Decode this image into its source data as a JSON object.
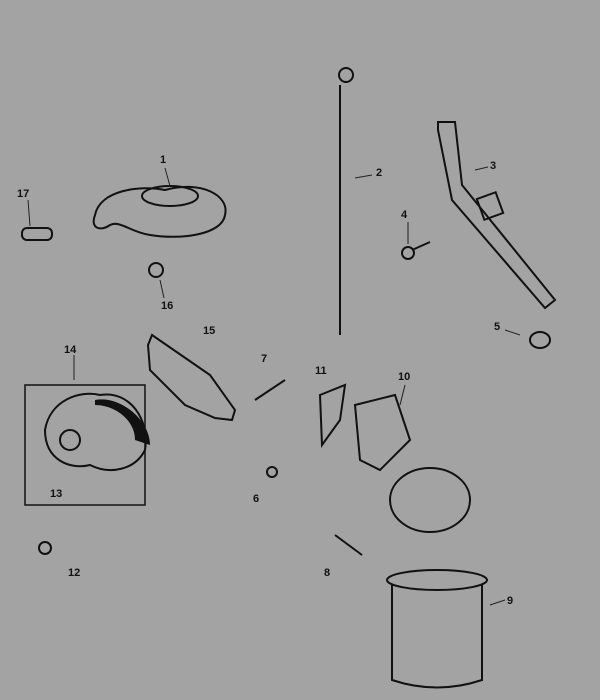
{
  "diagram": {
    "type": "exploded-parts-view",
    "callouts": [
      {
        "id": "1"
      },
      {
        "id": "2"
      },
      {
        "id": "3"
      },
      {
        "id": "4"
      },
      {
        "id": "5"
      },
      {
        "id": "6"
      },
      {
        "id": "7"
      },
      {
        "id": "8"
      },
      {
        "id": "9"
      },
      {
        "id": "10"
      },
      {
        "id": "11"
      },
      {
        "id": "12"
      },
      {
        "id": "13"
      },
      {
        "id": "14"
      },
      {
        "id": "15"
      },
      {
        "id": "16"
      },
      {
        "id": "17"
      }
    ],
    "colors": {
      "background": "#a3a3a3",
      "line": "#111111"
    }
  }
}
